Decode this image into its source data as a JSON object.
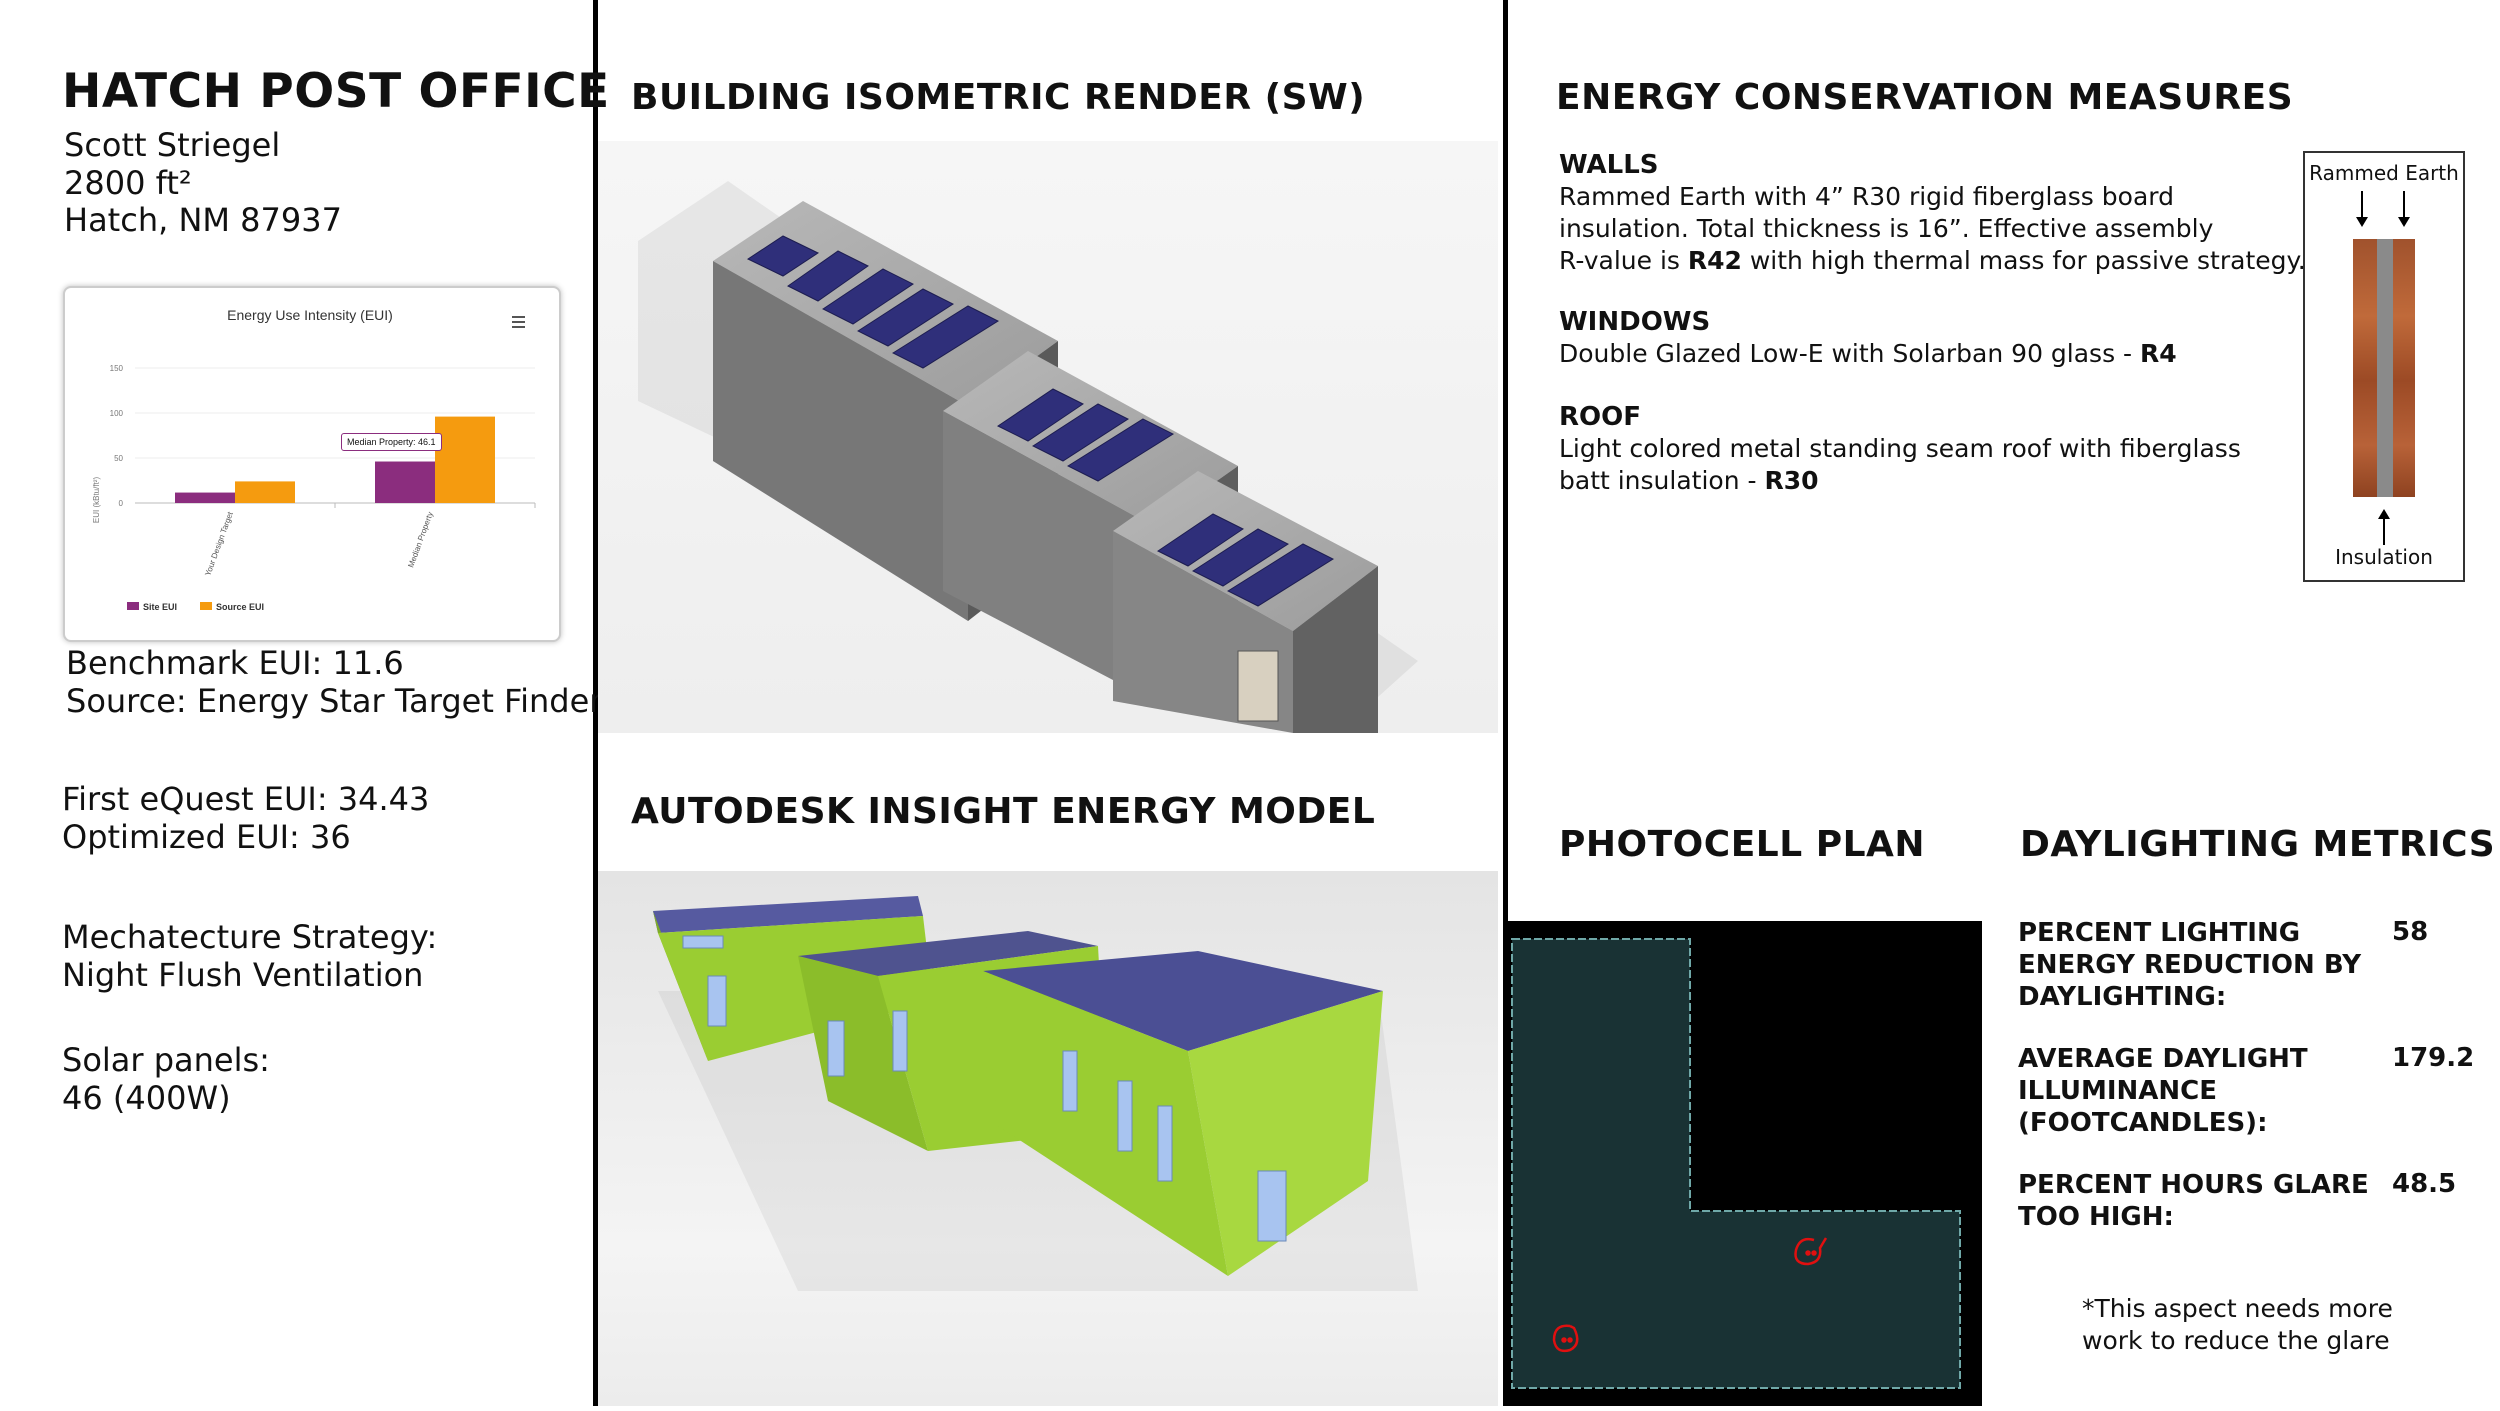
{
  "header": {
    "title": "HATCH POST OFFICE",
    "author": "Scott Striegel",
    "area": "2800 ft²",
    "location": "Hatch, NM 87937"
  },
  "benchmark": {
    "line1": "Benchmark EUI: 11.6",
    "line2": "Source: Energy Star Target Finder"
  },
  "eui": {
    "first": "First eQuest EUI: 34.43",
    "optimized": "Optimized EUI: 36"
  },
  "strategy": {
    "label": "Mechatecture Strategy:",
    "value": "Night Flush Ventilation"
  },
  "solar": {
    "label": "Solar panels:",
    "value": "46 (400W)"
  },
  "sections": {
    "render": "BUILDING ISOMETRIC RENDER (SW)",
    "insight": "AUTODESK INSIGHT ENERGY MODEL",
    "ecm": "ENERGY CONSERVATION MEASURES",
    "photocell": "PHOTOCELL PLAN",
    "daylighting": "DAYLIGHTING METRICS"
  },
  "ecm": {
    "walls_title": "WALLS",
    "walls_l1": "Rammed Earth with 4” R30 rigid fiberglass board",
    "walls_l2": "insulation. Total thickness is 16”. Effective assembly",
    "walls_l3a": "R-value is ",
    "walls_l3b": "R42",
    "walls_l3c": " with high thermal mass for passive strategy.",
    "windows_title": "WINDOWS",
    "windows_a": "Double Glazed Low-E with Solarban 90 glass - ",
    "windows_b": "R4",
    "roof_title": "ROOF",
    "roof_l1": "Light colored metal standing seam roof with fiberglass",
    "roof_l2a": "batt insulation - ",
    "roof_l2b": "R30"
  },
  "wall_diagram": {
    "top_label": "Rammed Earth",
    "bottom_label": "Insulation"
  },
  "daylighting": [
    {
      "label": [
        "PERCENT LIGHTING",
        "ENERGY REDUCTION BY",
        "DAYLIGHTING:"
      ],
      "value": "58"
    },
    {
      "label": [
        "AVERAGE DAYLIGHT",
        "ILLUMINANCE",
        "(FOOTCANDLES):"
      ],
      "value": "179.2"
    },
    {
      "label": [
        "PERCENT HOURS GLARE",
        "TOO HIGH:"
      ],
      "value": "48.5"
    }
  ],
  "note": {
    "l1": "*This aspect needs more",
    "l2": "work to reduce the glare"
  },
  "colors": {
    "site_eui": "#8b2d7e",
    "source_eui": "#f59b0f",
    "green_model": "#9acd32",
    "roof_purple": "#4b4f94"
  },
  "chart_data": {
    "type": "bar",
    "title": "Energy Use Intensity (EUI)",
    "ylabel": "EUI (kBtu/ft²)",
    "ylim": [
      0,
      150
    ],
    "yticks": [
      "0",
      "50",
      "100",
      "150"
    ],
    "categories": [
      "Your Design Target",
      "Median Property"
    ],
    "series": [
      {
        "name": "Site EUI",
        "values": [
          11.6,
          46.1
        ],
        "color": "#8b2d7e"
      },
      {
        "name": "Source EUI",
        "values": [
          24,
          96
        ],
        "color": "#f59b0f"
      }
    ],
    "tooltip": "Median Property: 46.1",
    "menu_icon": "hamburger-menu-icon"
  }
}
